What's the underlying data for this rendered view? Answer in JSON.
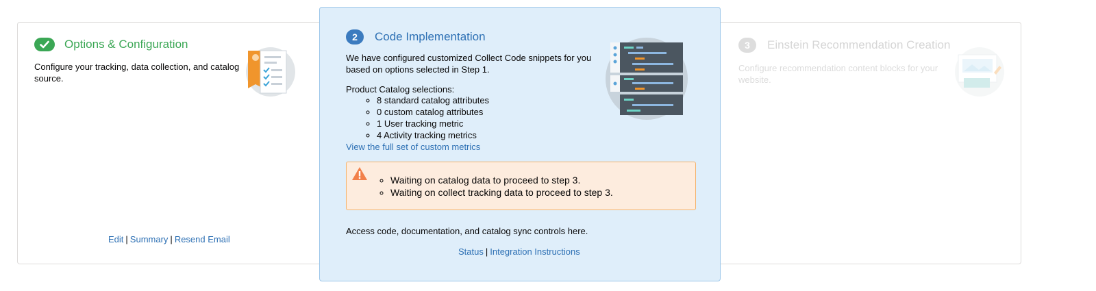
{
  "steps": {
    "step1": {
      "title": "Options & Configuration",
      "description": "Configure your tracking, data collection, and catalog source.",
      "status_icon": "check-icon",
      "links": {
        "edit": "Edit",
        "summary": "Summary",
        "resend": "Resend Email"
      },
      "separator": "|"
    },
    "step2": {
      "number": "2",
      "title": "Code Implementation",
      "description": "We have configured customized Collect Code snippets for you based on options selected in Step 1.",
      "catalog_label": "Product Catalog selections:",
      "items": [
        "8 standard catalog attributes",
        "0 custom catalog attributes",
        "1 User tracking metric",
        "4 Activity tracking metrics"
      ],
      "metrics_link": "View the full set of custom metrics",
      "warnings": [
        "Waiting on catalog data to proceed to step 3.",
        "Waiting on collect tracking data to proceed to step 3."
      ],
      "warning_icon": "warning-icon",
      "access_text": "Access code, documentation, and catalog sync controls here.",
      "links": {
        "status": "Status",
        "instructions": "Integration Instructions"
      },
      "separator": "|"
    },
    "step3": {
      "number": "3",
      "title": "Einstein Recommendation Creation",
      "description": "Configure recommendation content blocks for your website."
    }
  },
  "colors": {
    "success": "#3ba755",
    "link": "#2d70b4",
    "active_panel": "#dfeefa",
    "warning_bg": "#fdecde",
    "warning_border": "#f4b26b",
    "warning_icon": "#f2804a"
  }
}
